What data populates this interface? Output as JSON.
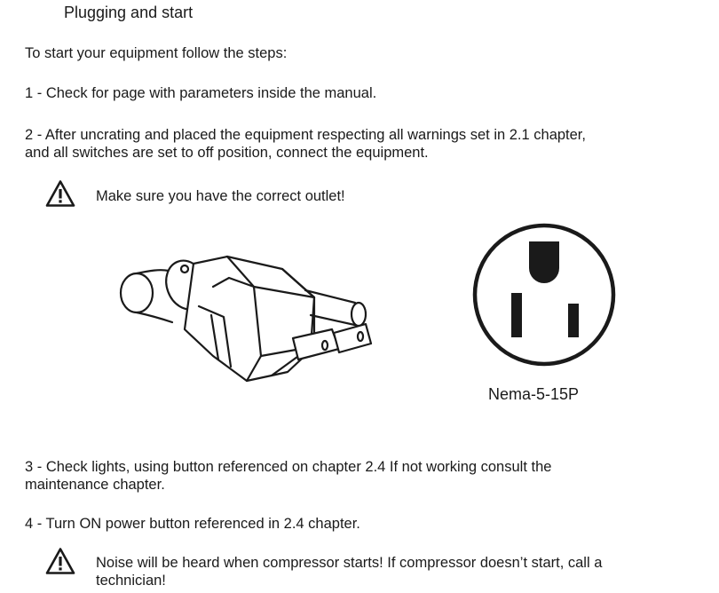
{
  "section": {
    "title": "Plugging and start"
  },
  "intro": "To start your equipment follow the steps:",
  "steps": [
    {
      "lines": [
        "1 - Check for page with parameters inside the manual."
      ]
    },
    {
      "lines": [
        "2 - After uncrating and placed the equipment respecting all warnings set in 2.1 chapter,",
        "and all switches are set to off position, connect the equipment."
      ]
    },
    {
      "lines": [
        "3 - Check lights, using button referenced on chapter 2.4 If not working consult the",
        "maintenance chapter."
      ]
    },
    {
      "lines": [
        "4 - Turn ON power button referenced in 2.4 chapter."
      ]
    }
  ],
  "warnings": [
    {
      "icon": "warning-triangle-icon",
      "lines": [
        "Make sure you have the correct outlet!"
      ]
    },
    {
      "icon": "warning-triangle-icon",
      "lines": [
        "Noise will be heard when compressor starts! If compressor doesn’t start, call a",
        "technician!"
      ]
    }
  ],
  "figures": {
    "plug": {
      "icon": "plug-illustration"
    },
    "outlet": {
      "icon": "outlet-illustration",
      "caption": "Nema-5-15P"
    }
  },
  "colors": {
    "text": "#1a1a1a",
    "line_art": "#1a1a1a",
    "background": "#ffffff"
  }
}
